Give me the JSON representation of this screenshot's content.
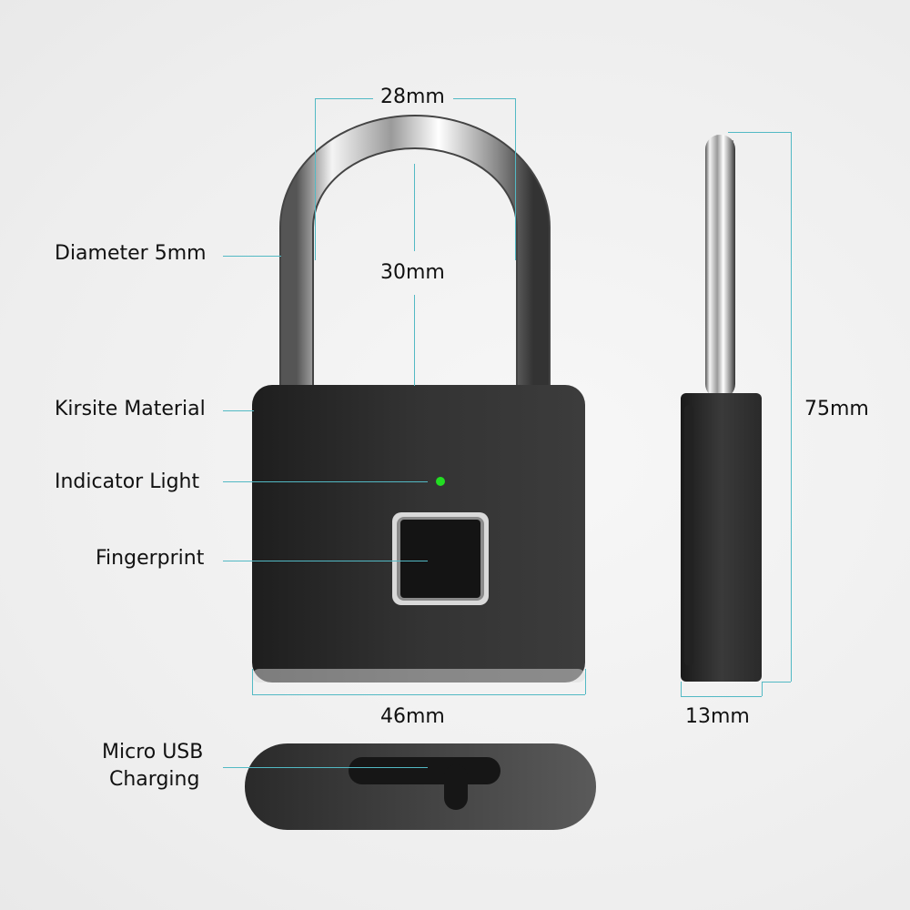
{
  "callouts": {
    "diameter": "Diameter 5mm",
    "material": "Kirsite Material",
    "indicator": "Indicator Light",
    "fingerprint": "Fingerprint",
    "usb_line1": "Micro USB",
    "usb_line2": "Charging"
  },
  "dimensions": {
    "shackle_width": "28mm",
    "shackle_height": "30mm",
    "body_width": "46mm",
    "total_height": "75mm",
    "thickness": "13mm"
  },
  "colors": {
    "background": "#eeeeee",
    "body": "#2e2e2e",
    "dimension_line": "#52b9c4",
    "indicator_led": "#22dd22",
    "shackle": "#c8c8c8"
  }
}
